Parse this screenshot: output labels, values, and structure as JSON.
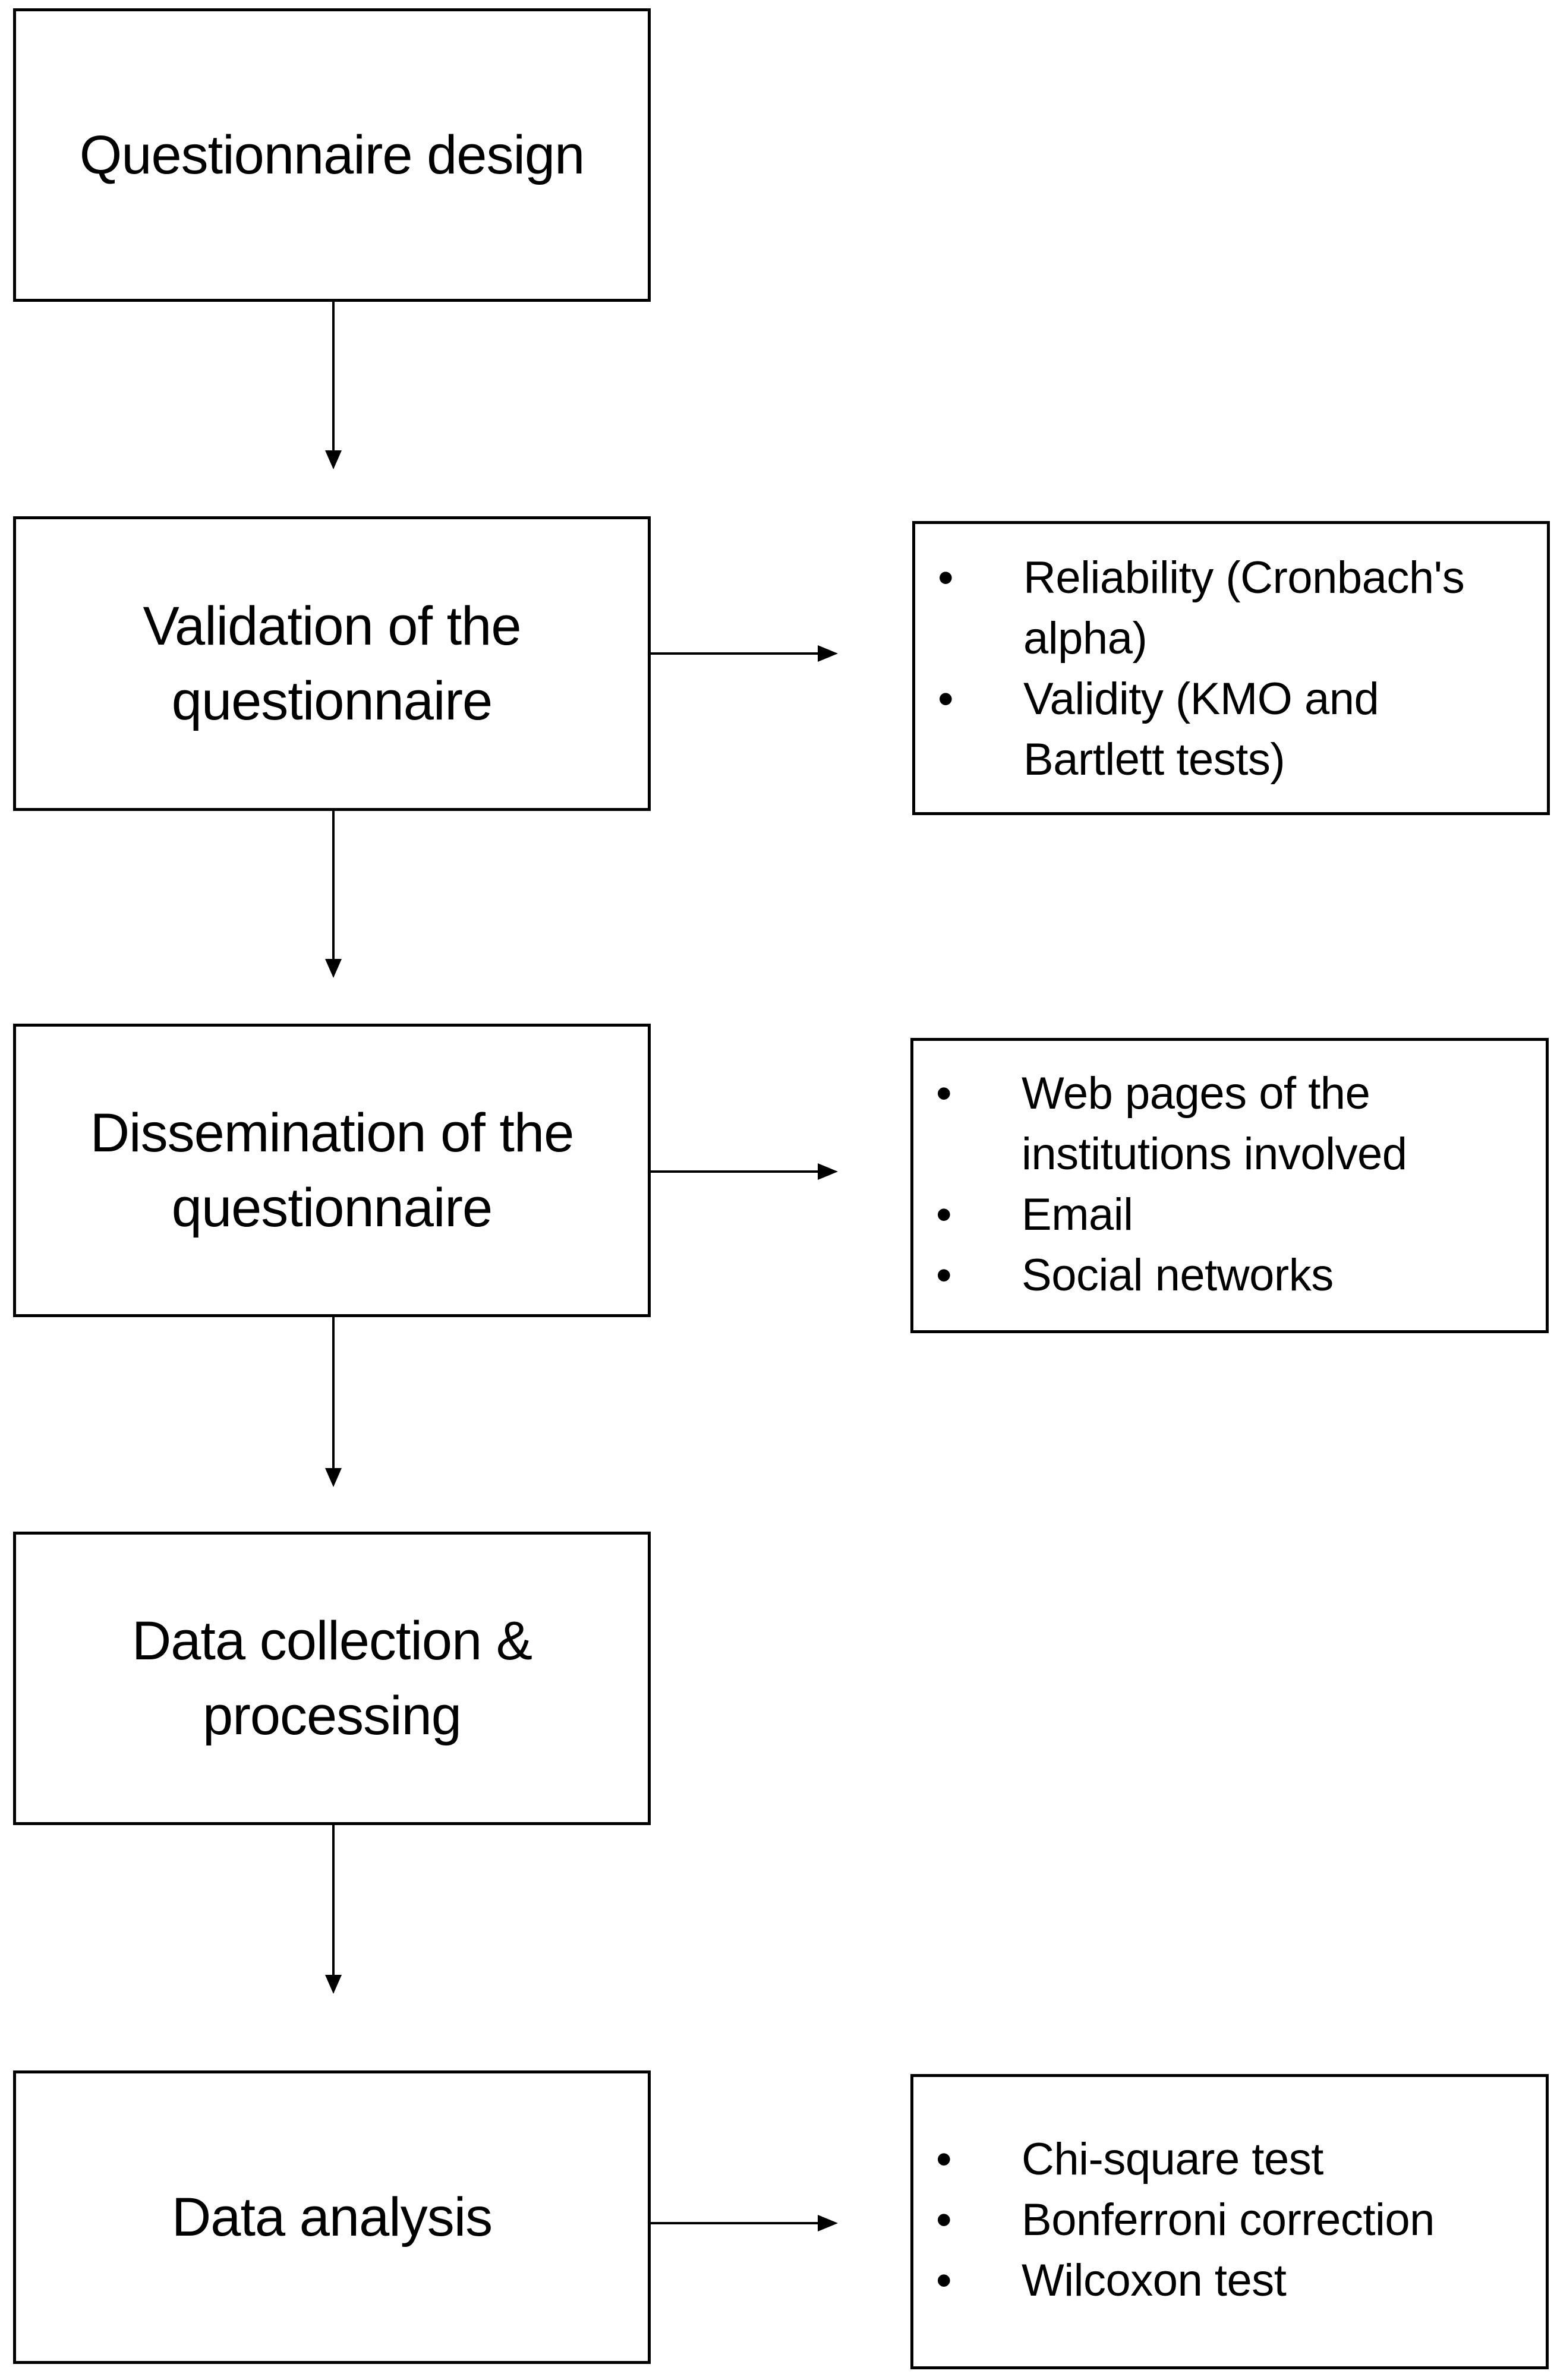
{
  "steps": [
    {
      "label": "Questionnaire design"
    },
    {
      "label": "Validation of the questionnaire"
    },
    {
      "label": "Dissemination of the questionnaire"
    },
    {
      "label": "Data collection & processing"
    },
    {
      "label": "Data analysis"
    }
  ],
  "notes": {
    "validation": [
      "Reliability (Cronbach's alpha)",
      "Validity (KMO and Bartlett tests)"
    ],
    "dissemination": [
      "Web pages of the institutions involved",
      "Email",
      "Social networks"
    ],
    "analysis": [
      "Chi-square test",
      "Bonferroni correction",
      "Wilcoxon test"
    ]
  }
}
